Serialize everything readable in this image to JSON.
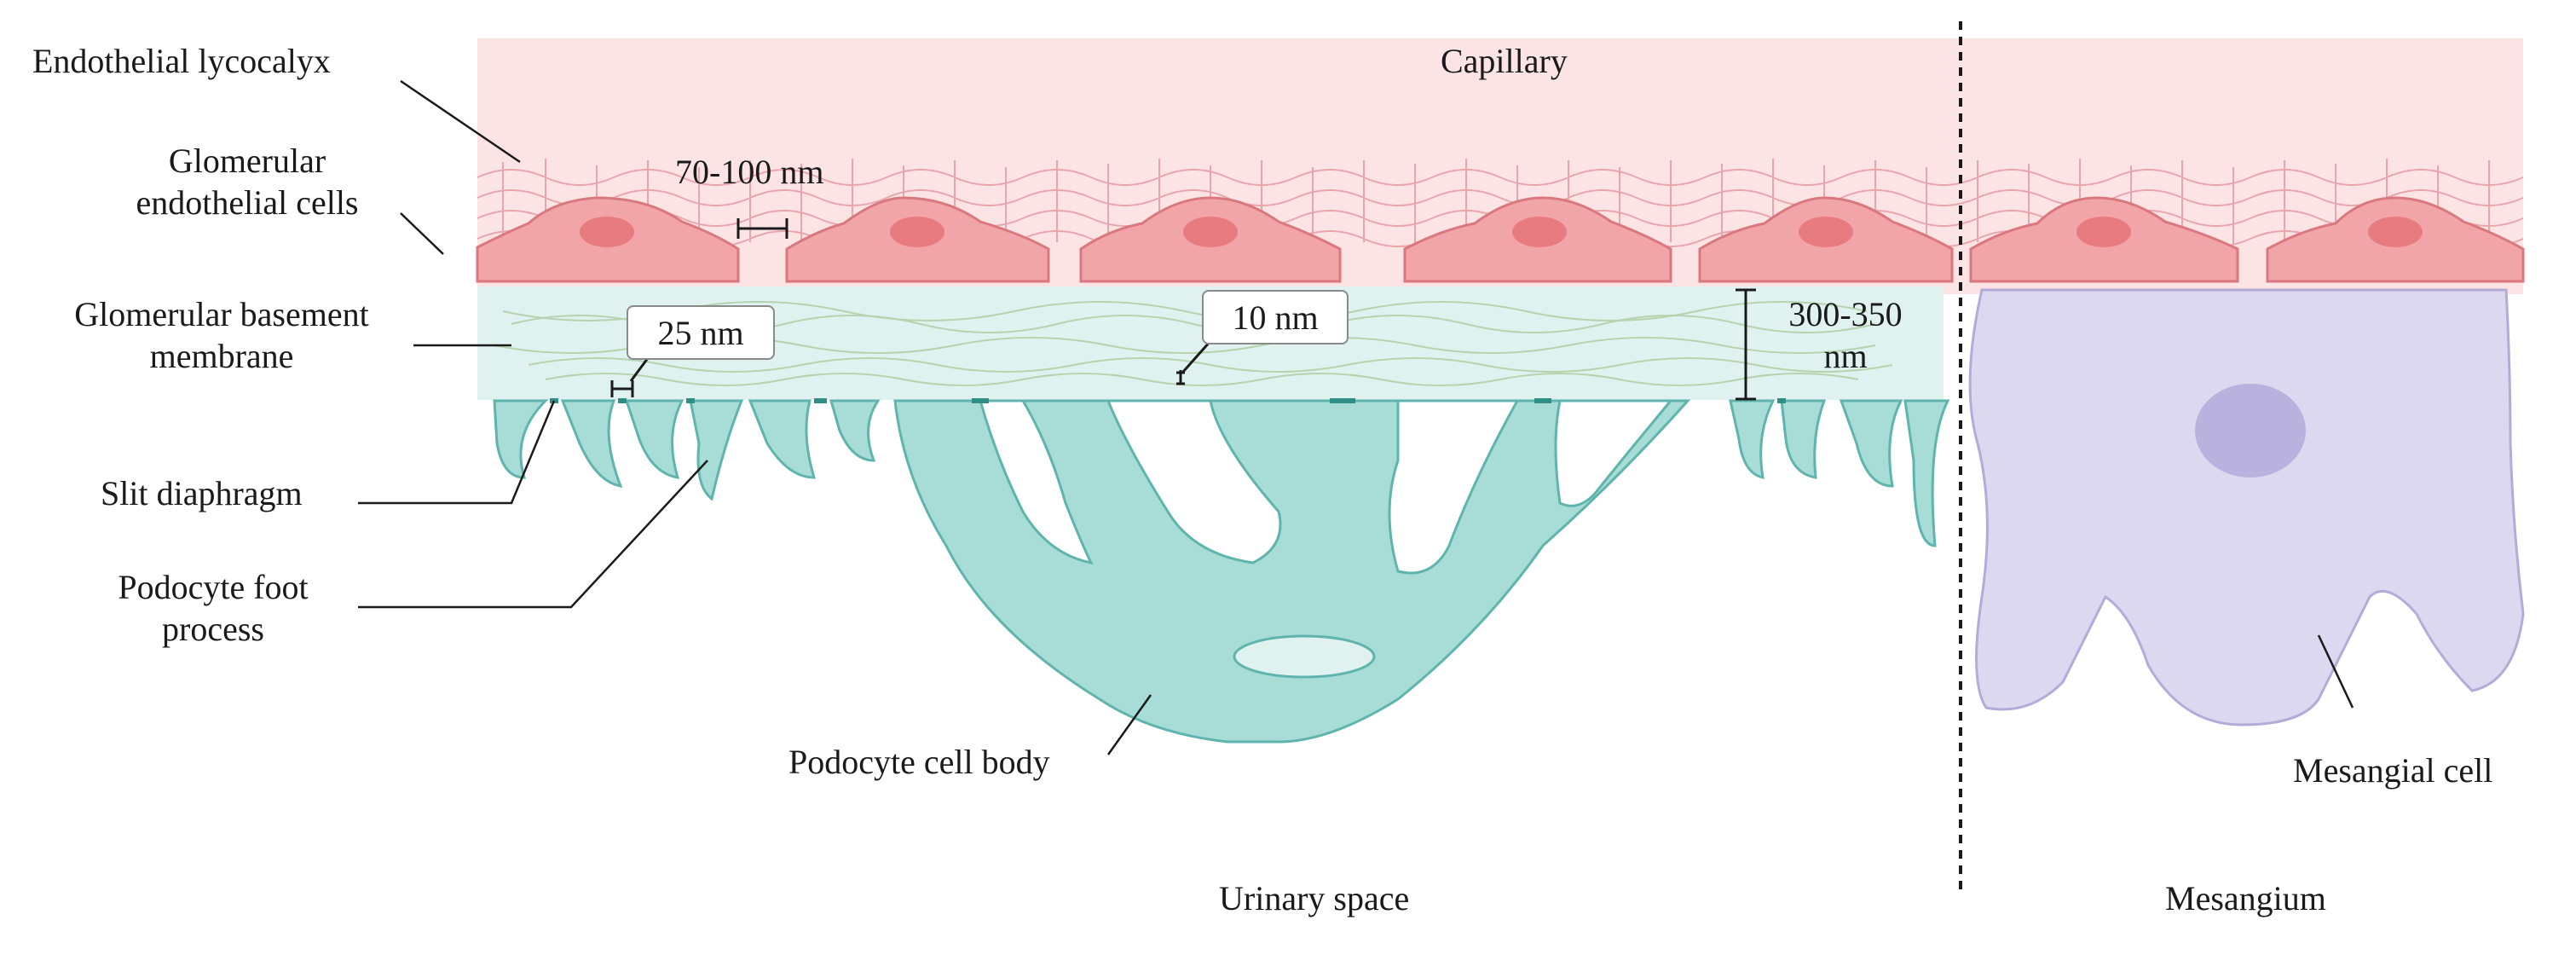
{
  "labels": {
    "capillary": "Capillary",
    "endothelial_glycocalyx": "Endothelial lycocalyx",
    "glomerular_endothelial_cells": [
      "Glomerular",
      "endothelial cells"
    ],
    "glomerular_basement_membrane": [
      "Glomerular basement",
      "membrane"
    ],
    "slit_diaphragm": "Slit diaphragm",
    "podocyte_foot_process": [
      "Podocyte foot",
      "process"
    ],
    "podocyte_cell_body": "Podocyte cell body",
    "mesangial_cell": "Mesangial cell",
    "urinary_space": "Urinary space",
    "mesangium": "Mesangium"
  },
  "measurements": {
    "fenestration": "70-100 nm",
    "slit_width": "25 nm",
    "fiber_spacing": "10 nm",
    "gbm_thickness": [
      "300-350",
      "nm"
    ]
  },
  "colors": {
    "capillary_fill": "#fce4e4",
    "endothelial_cell": "#f2a5a8",
    "endothelial_nucleus": "#e87b80",
    "gbm_fill": "#dff2ef",
    "podocyte": "#a8dcd6",
    "podocyte_stroke": "#5fb5ad",
    "mesangial_cell": "#dcd8f0",
    "mesangial_nucleus": "#b9b1de"
  }
}
